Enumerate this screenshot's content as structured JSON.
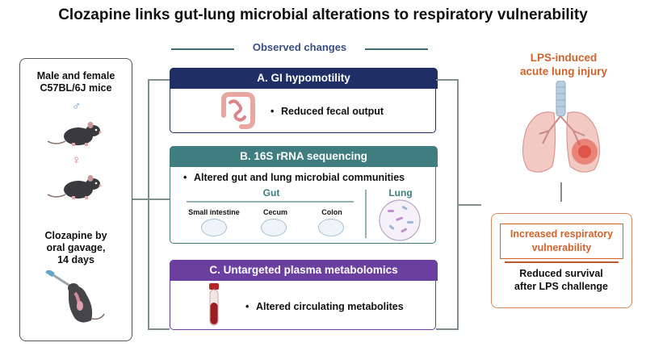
{
  "title": "Clozapine links gut-lung microbial alterations to respiratory vulnerability",
  "observed_label": "Observed changes",
  "left_panel": {
    "mice_line1": "Male and female",
    "mice_line2": "C57BL/6J mice",
    "male_symbol": "♂",
    "female_symbol": "♀",
    "treat_line1": "Clozapine by",
    "treat_line2": "oral gavage,",
    "treat_line3": "14 days",
    "icons": [
      "mouse-icon",
      "mouse-icon",
      "gavage-mouse-icon"
    ]
  },
  "sections": {
    "a": {
      "title": "A. GI hypomotility",
      "bullet": "•",
      "text": "Reduced fecal output",
      "color": "#1f2f66",
      "icon": "intestine-icon"
    },
    "b": {
      "title": "B. 16S rRNA sequencing",
      "bullet": "•",
      "text": "Altered gut and lung microbial communities",
      "color": "#3f7d80",
      "gut_label": "Gut",
      "lung_label": "Lung",
      "sites": [
        "Small intestine",
        "Cecum",
        "Colon"
      ]
    },
    "c": {
      "title": "C. Untargeted plasma metabolomics",
      "bullet": "•",
      "text": "Altered circulating metabolites",
      "color": "#6b3fa0",
      "icon": "blood-tube-icon"
    }
  },
  "right": {
    "lps_line1": "LPS-induced",
    "lps_line2": "acute lung injury",
    "outcome_line1": "Increased respiratory",
    "outcome_line2": "vulnerability",
    "reduced_line1": "Reduced survival",
    "reduced_line2": "after LPS challenge",
    "accent": "#d2622b",
    "icon": "lungs-icon"
  }
}
